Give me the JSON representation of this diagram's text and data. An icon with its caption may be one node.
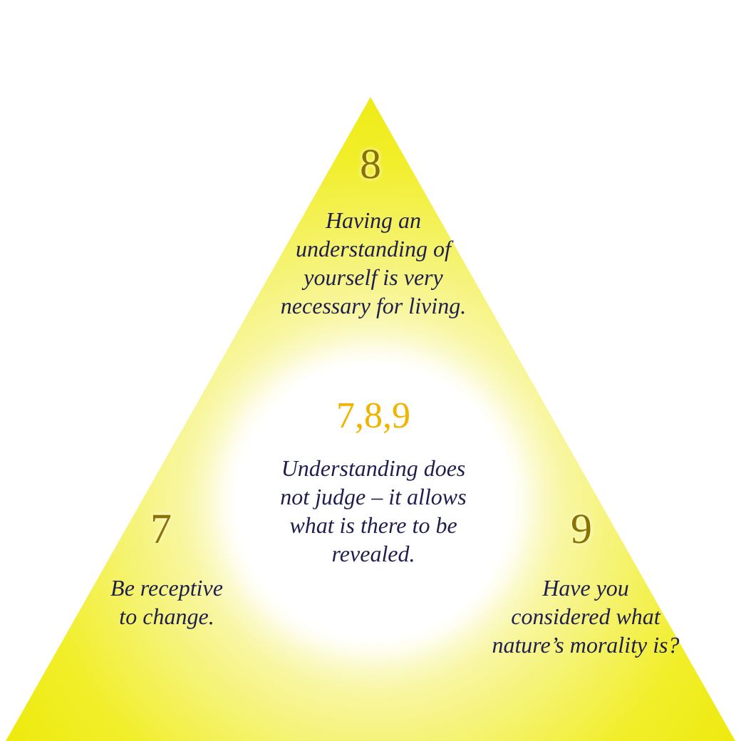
{
  "diagram": {
    "nodes": [
      {
        "text": [],
        "shape": "triangle"
      },
      {
        "text": [
          "7,8,9",
          "Understanding does not judge – it allows what is there to be revealed."
        ],
        "in": 0
      }
    ],
    "labels": [
      "8",
      "Having an understanding of yourself is very necessary for living.",
      "7",
      "Be receptive to change.",
      "9",
      "Have you considered what nature’s morality is?"
    ]
  }
}
